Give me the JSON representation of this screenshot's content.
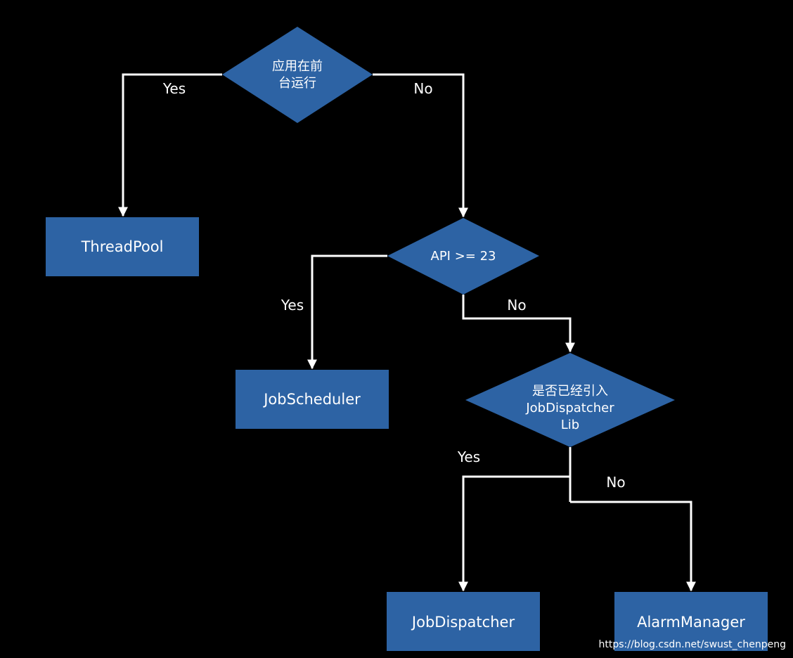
{
  "colors": {
    "background": "#000000",
    "shape_fill": "#2d63a4",
    "connector": "#ffffff",
    "text": "#ffffff"
  },
  "nodes": {
    "foreground": {
      "line1": "应用在前",
      "line2": "台运行"
    },
    "threadpool": {
      "label": "ThreadPool"
    },
    "api": {
      "label": "API >= 23"
    },
    "jobscheduler": {
      "label": "JobScheduler"
    },
    "lib": {
      "line1": "是否已经引入",
      "line2": "JobDispatcher",
      "line3": "Lib"
    },
    "jobdispatcher": {
      "label": "JobDispatcher"
    },
    "alarmmanager": {
      "label": "AlarmManager"
    }
  },
  "edges": {
    "foreground_yes": "Yes",
    "foreground_no": "No",
    "api_yes": "Yes",
    "api_no": "No",
    "lib_yes": "Yes",
    "lib_no": "No"
  },
  "watermark": "https://blog.csdn.net/swust_chenpeng"
}
